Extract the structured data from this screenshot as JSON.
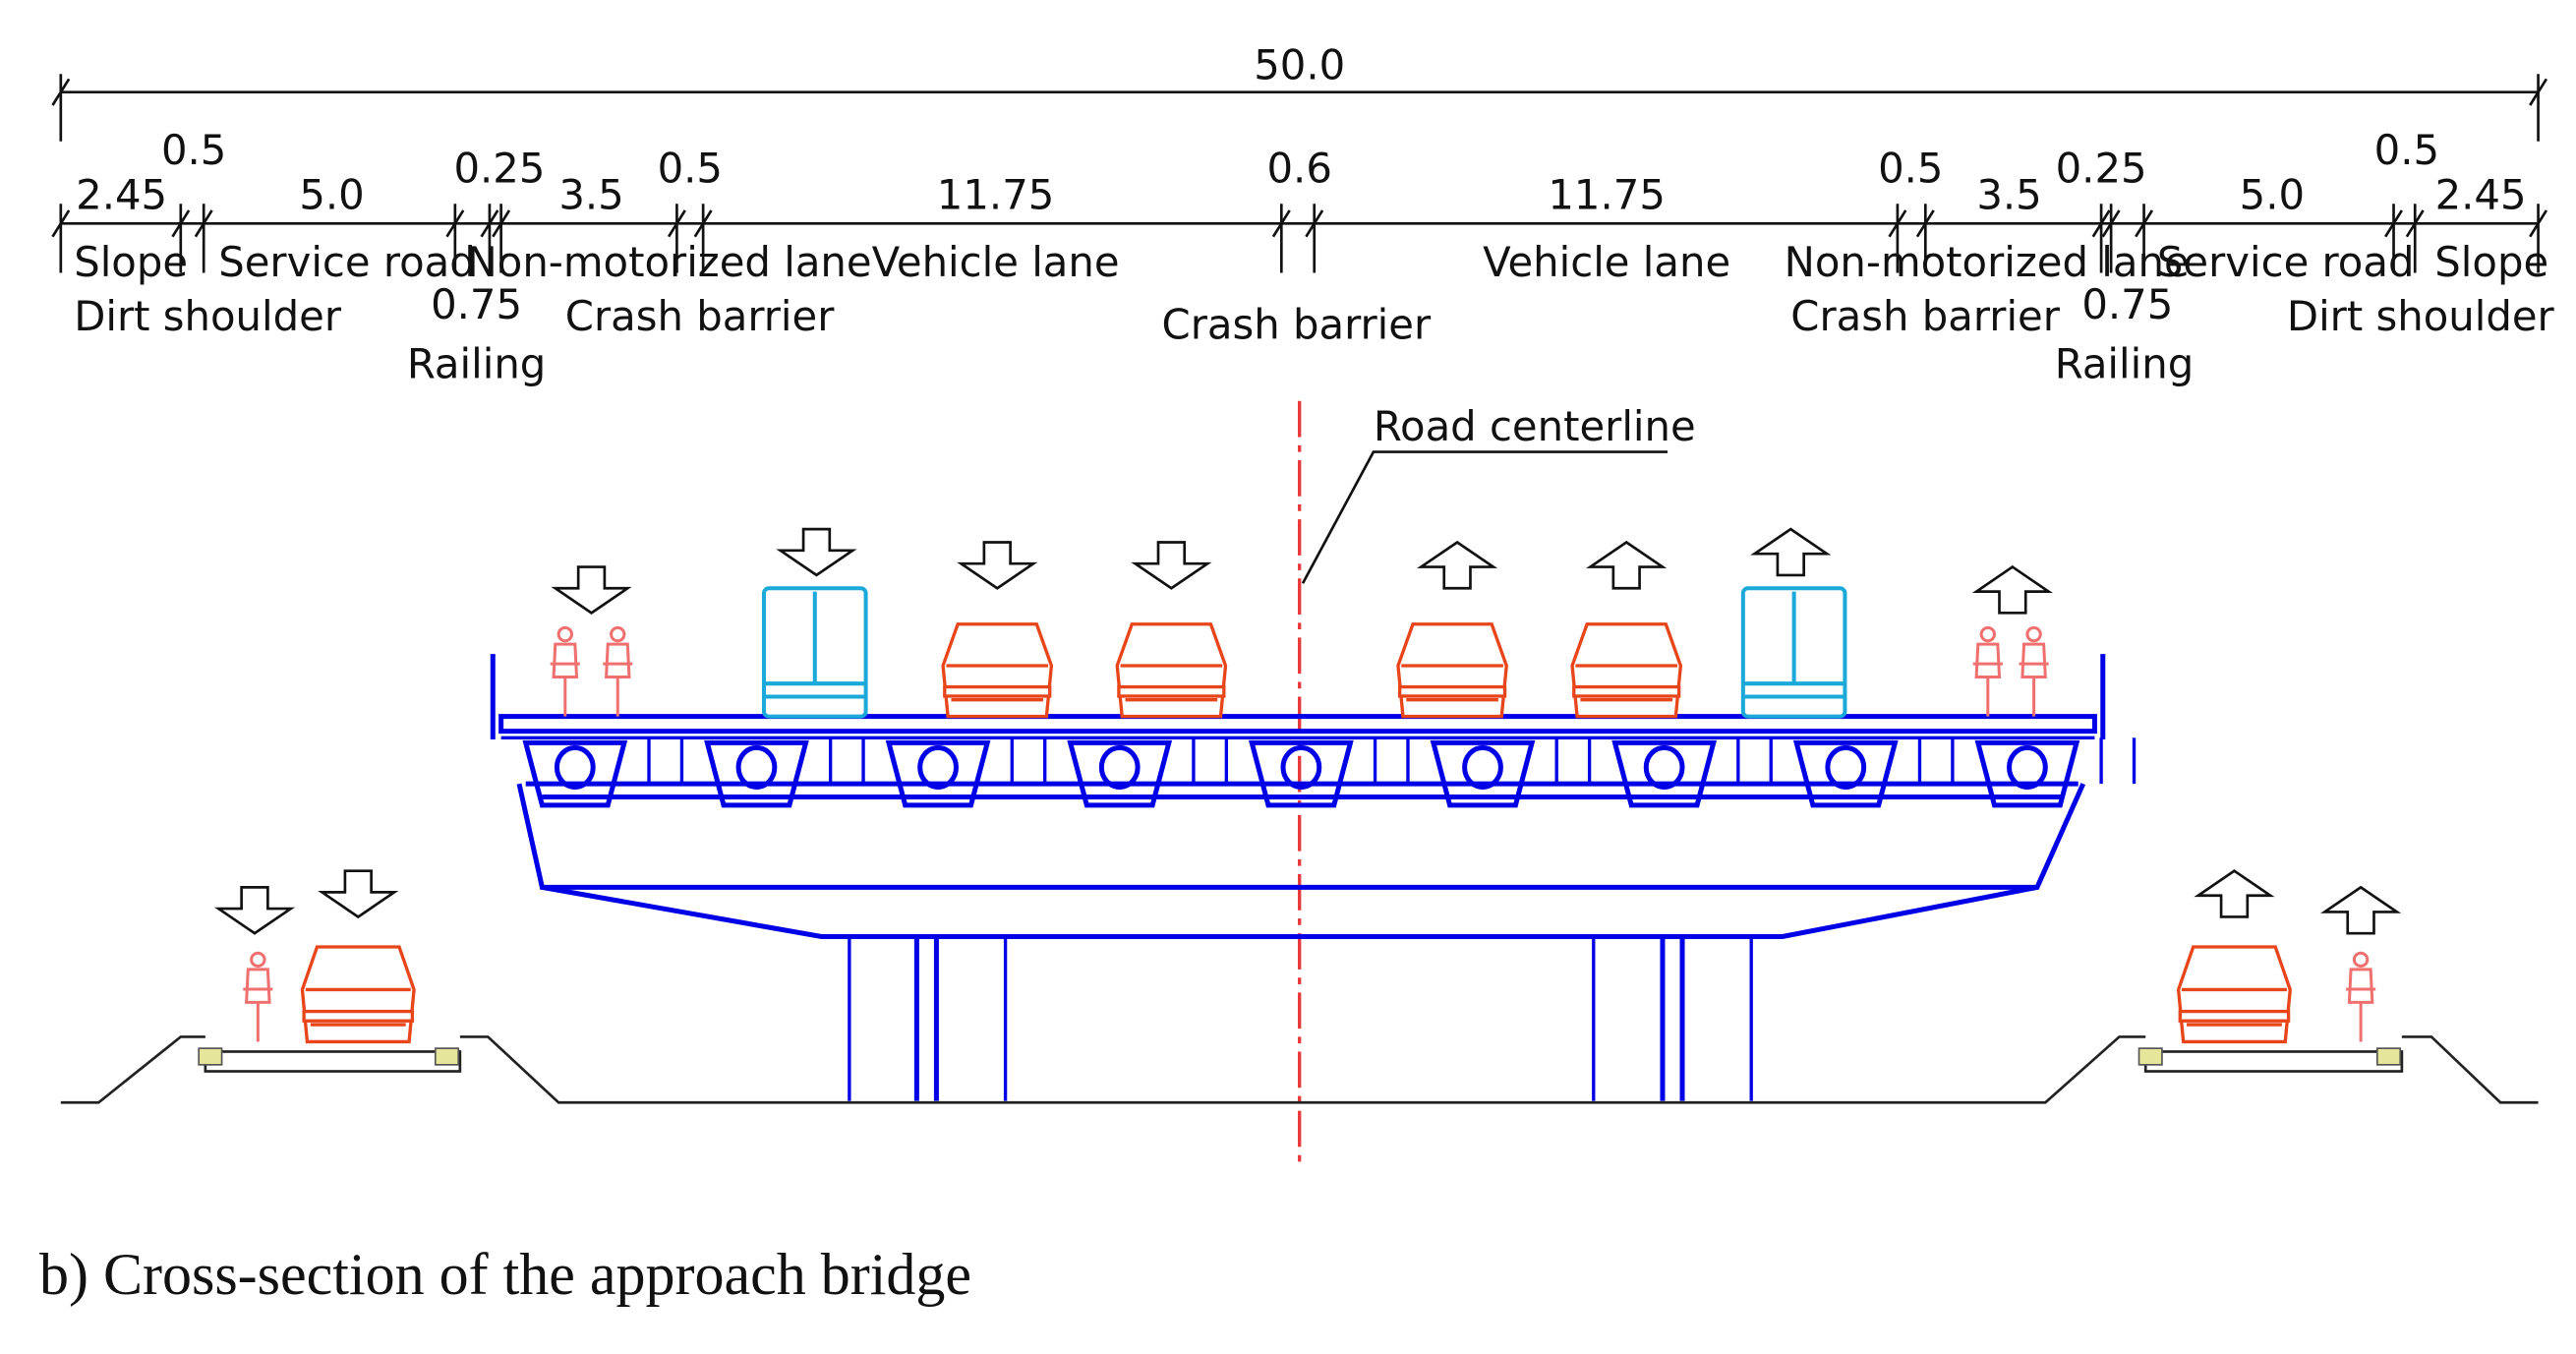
{
  "diagram": {
    "total_width": "50.0",
    "centerline_label": "Road centerline",
    "dimensions_top": [
      {
        "id": "slope-l",
        "value": "2.45"
      },
      {
        "id": "shoulder-l",
        "value": "0.5"
      },
      {
        "id": "service-l",
        "value": "5.0"
      },
      {
        "id": "railing-l-top",
        "value": "0.25"
      },
      {
        "id": "railing-l-bot",
        "value": "0.75"
      },
      {
        "id": "nonmotor-l",
        "value": "3.5"
      },
      {
        "id": "barrier-l",
        "value": "0.5"
      },
      {
        "id": "vehicle-l",
        "value": "11.75"
      },
      {
        "id": "median",
        "value": "0.6"
      },
      {
        "id": "vehicle-r",
        "value": "11.75"
      },
      {
        "id": "barrier-r",
        "value": "0.5"
      },
      {
        "id": "nonmotor-r",
        "value": "3.5"
      },
      {
        "id": "railing-r-top",
        "value": "0.25"
      },
      {
        "id": "railing-r-bot",
        "value": "0.75"
      },
      {
        "id": "service-r",
        "value": "5.0"
      },
      {
        "id": "shoulder-r",
        "value": "0.5"
      },
      {
        "id": "slope-r",
        "value": "2.45"
      }
    ],
    "labels": {
      "slope": "Slope",
      "dirt_shoulder": "Dirt shoulder",
      "service_road": "Service road",
      "railing": "Railing",
      "non_motorized_lane": "Non-motorized lane",
      "crash_barrier": "Crash barrier",
      "vehicle_lane": "Vehicle lane"
    },
    "colors": {
      "structure": "#0000e6",
      "car": "#e8461a",
      "bus": "#1aa9d8",
      "cyclist": "#f07070",
      "centerline": "#e83a3a"
    }
  },
  "caption": "b) Cross-section of the approach bridge"
}
